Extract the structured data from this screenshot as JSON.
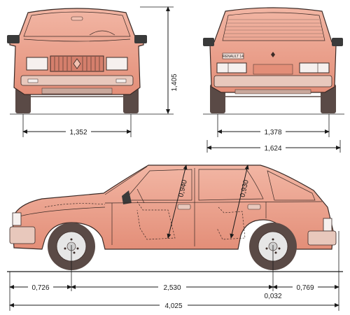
{
  "colors": {
    "body_paint": "#e89a86",
    "body_light": "#f2c0b0",
    "body_shadow": "#c96f5e",
    "glass": "#f6e4dd",
    "tyre": "#5a4a46",
    "rim": "#e6e6e6",
    "bumper": "#e8c8bc",
    "ink": "#1a1a1a"
  },
  "badge": "RENAULT 14",
  "dimensions": {
    "height": "1,405",
    "front_track": "1,352",
    "rear_track": "1,378",
    "width": "1,624",
    "front_headroom": "0,940",
    "rear_headroom": "0,930",
    "front_overhang": "0,726",
    "wheelbase": "2,530",
    "rear_overhang": "0,769",
    "length": "4,025",
    "rear_offset": "0,032"
  }
}
